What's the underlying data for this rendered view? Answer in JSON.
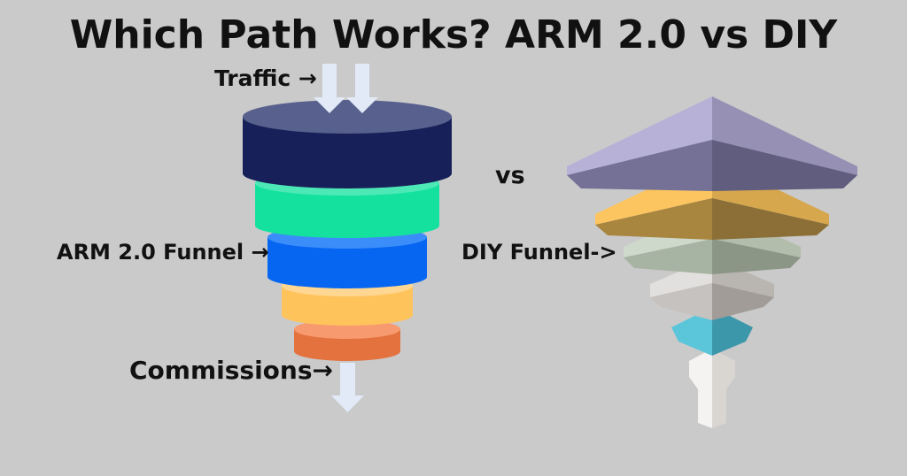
{
  "title": "Which Path Works? ARM 2.0 vs DIY",
  "labels": {
    "traffic": "Traffic →",
    "arm_funnel": "ARM 2.0 Funnel →",
    "commissions": "Commissions→",
    "vs": "vs",
    "diy_funnel": "DIY Funnel->"
  },
  "arm_funnel": {
    "tier_colors": [
      "#172058",
      "#16e2a0",
      "#0668f5",
      "#ffc55e",
      "#f37f4d"
    ]
  },
  "diy_funnel": {
    "tier_colors": [
      "#b4aed6",
      "#fbc25f",
      "#c3cdbf",
      "#d3d0cd",
      "#5bc5da",
      "#f4f3f1"
    ]
  },
  "colors": {
    "background": "#cacaca",
    "arrow": "#e2eaf8"
  }
}
